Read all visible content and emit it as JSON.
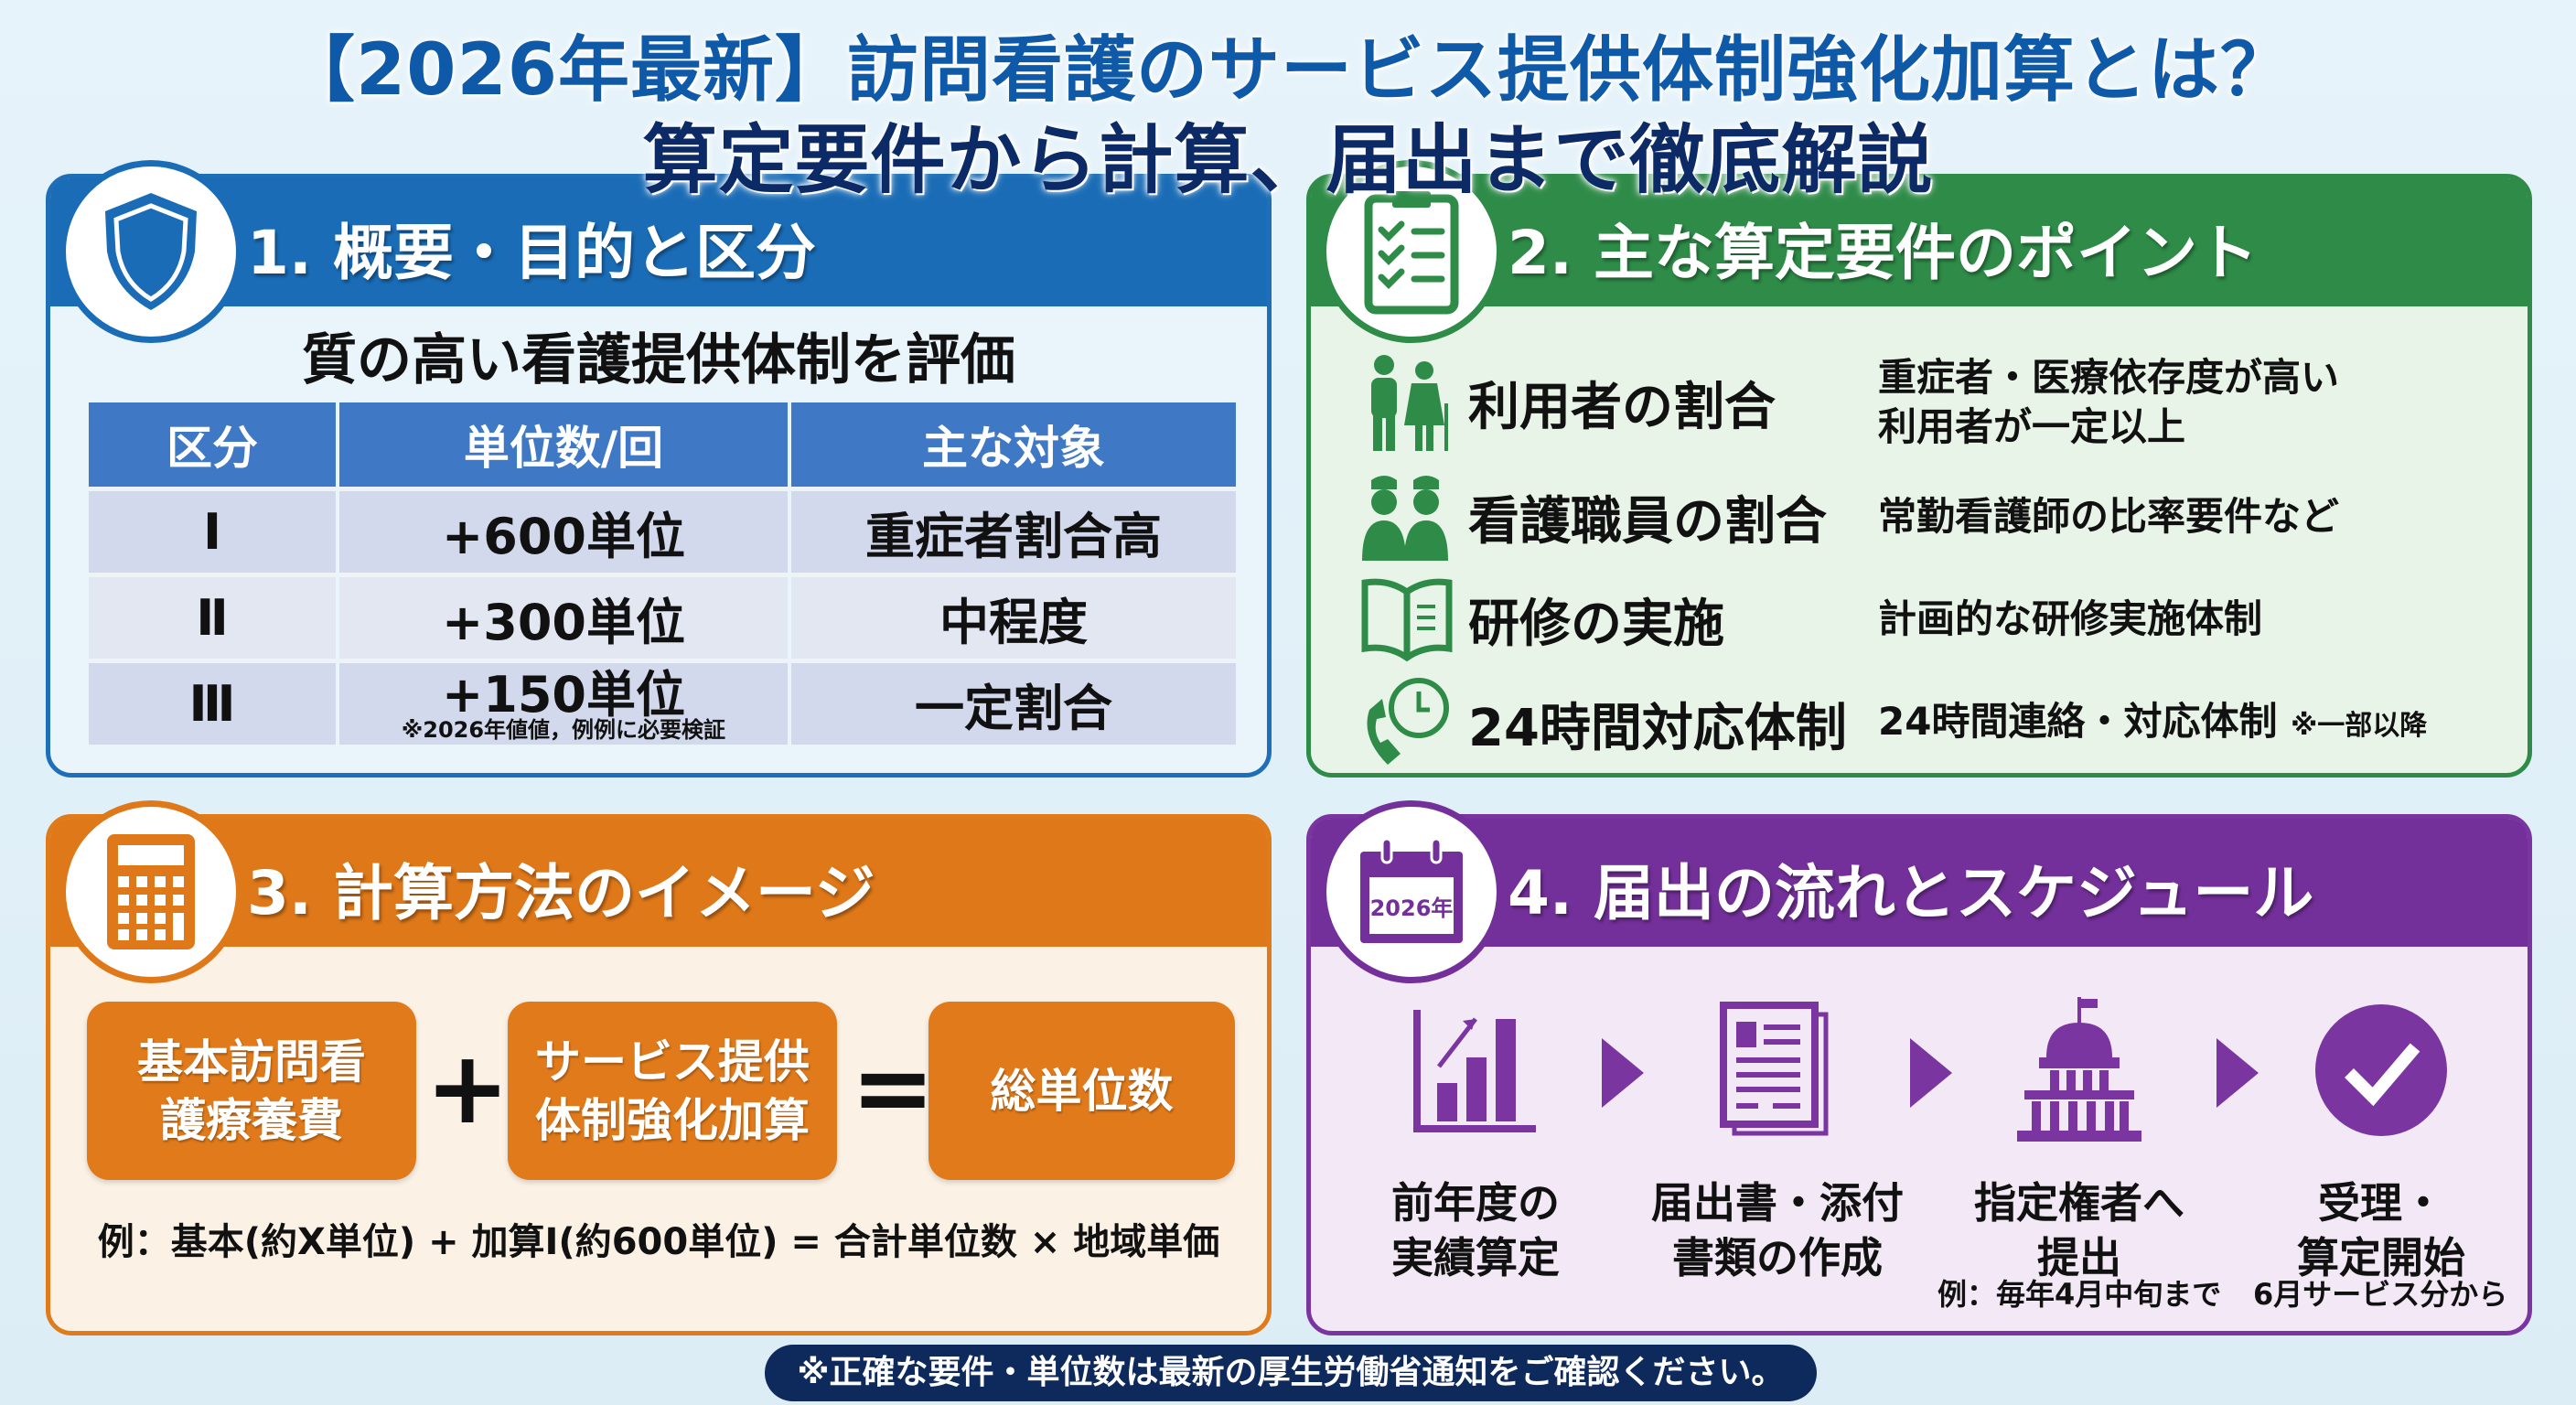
{
  "header": {
    "title_line1": "【2026年最新】訪問看護のサービス提供体制強化加算とは？",
    "title_line2": "算定要件から計算、届出まで徹底解説"
  },
  "colors": {
    "section1": "#1a6cb6",
    "section2": "#2e8b48",
    "section3": "#df7819",
    "section4": "#73309a",
    "footer_bg": "#0e2a5c",
    "title_blue": "#0f5aa8",
    "title_navy": "#0c2a66"
  },
  "section1": {
    "title": "1. 概要・目的と区分",
    "icon": "shield-icon",
    "subtitle": "質の高い看護提供体制を評価",
    "table": {
      "headers": [
        "区分",
        "単位数/回",
        "主な対象"
      ],
      "rows": [
        {
          "kubun": "Ⅰ",
          "units": "+600単位",
          "target": "重症者割合高",
          "note": ""
        },
        {
          "kubun": "Ⅱ",
          "units": "+300単位",
          "target": "中程度",
          "note": ""
        },
        {
          "kubun": "Ⅲ",
          "units": "+150単位",
          "target": "一定割合",
          "note": "※2026年値値，例例に必要検証"
        }
      ]
    }
  },
  "section2": {
    "title": "2. 主な算定要件のポイント",
    "icon": "clipboard-checklist-icon",
    "items": [
      {
        "icon": "elderly-couple-icon",
        "label": "利用者の割合",
        "desc_line1": "重症者・医療依存度が高い",
        "desc_line2": "利用者が一定以上",
        "desc_note": ""
      },
      {
        "icon": "nurses-icon",
        "label": "看護職員の割合",
        "desc_line1": "常勤看護師の比率要件など",
        "desc_line2": "",
        "desc_note": ""
      },
      {
        "icon": "open-book-icon",
        "label": "研修の実施",
        "desc_line1": "計画的な研修実施体制",
        "desc_line2": "",
        "desc_note": ""
      },
      {
        "icon": "phone-clock-icon",
        "label": "24時間対応体制",
        "desc_line1": "24時間連絡・対応体制",
        "desc_line2": "",
        "desc_note": "※一部以降"
      }
    ]
  },
  "section3": {
    "title": "3. 計算方法のイメージ",
    "icon": "calculator-icon",
    "box1": "基本訪問看\n護療養費",
    "box1_line1": "基本訪問看",
    "box1_line2": "護療養費",
    "plus": "+",
    "box2_line1": "サービス提供",
    "box2_line2": "体制強化加算",
    "equals": "=",
    "box3": "総単位数",
    "example": "例：基本(約X単位) + 加算Ⅰ(約600単位) = 合計単位数 × 地域単価"
  },
  "section4": {
    "title": "4. 届出の流れとスケジュール",
    "icon": "calendar-icon",
    "calendar_text": "2026年",
    "steps": [
      {
        "icon": "bar-chart-icon",
        "line1": "前年度の",
        "line2": "実績算定"
      },
      {
        "icon": "document-icon",
        "line1": "届出書・添付",
        "line2": "書類の作成"
      },
      {
        "icon": "government-building-icon",
        "line1": "指定権者へ",
        "line2": "提出"
      },
      {
        "icon": "check-circle-icon",
        "line1": "受理・",
        "line2": "算定開始"
      }
    ],
    "note_submit": "例：毎年4月中旬まで",
    "note_start": "6月サービス分から"
  },
  "footer": {
    "text": "※正確な要件・単位数は最新の厚生労働省通知をご確認ください。"
  }
}
